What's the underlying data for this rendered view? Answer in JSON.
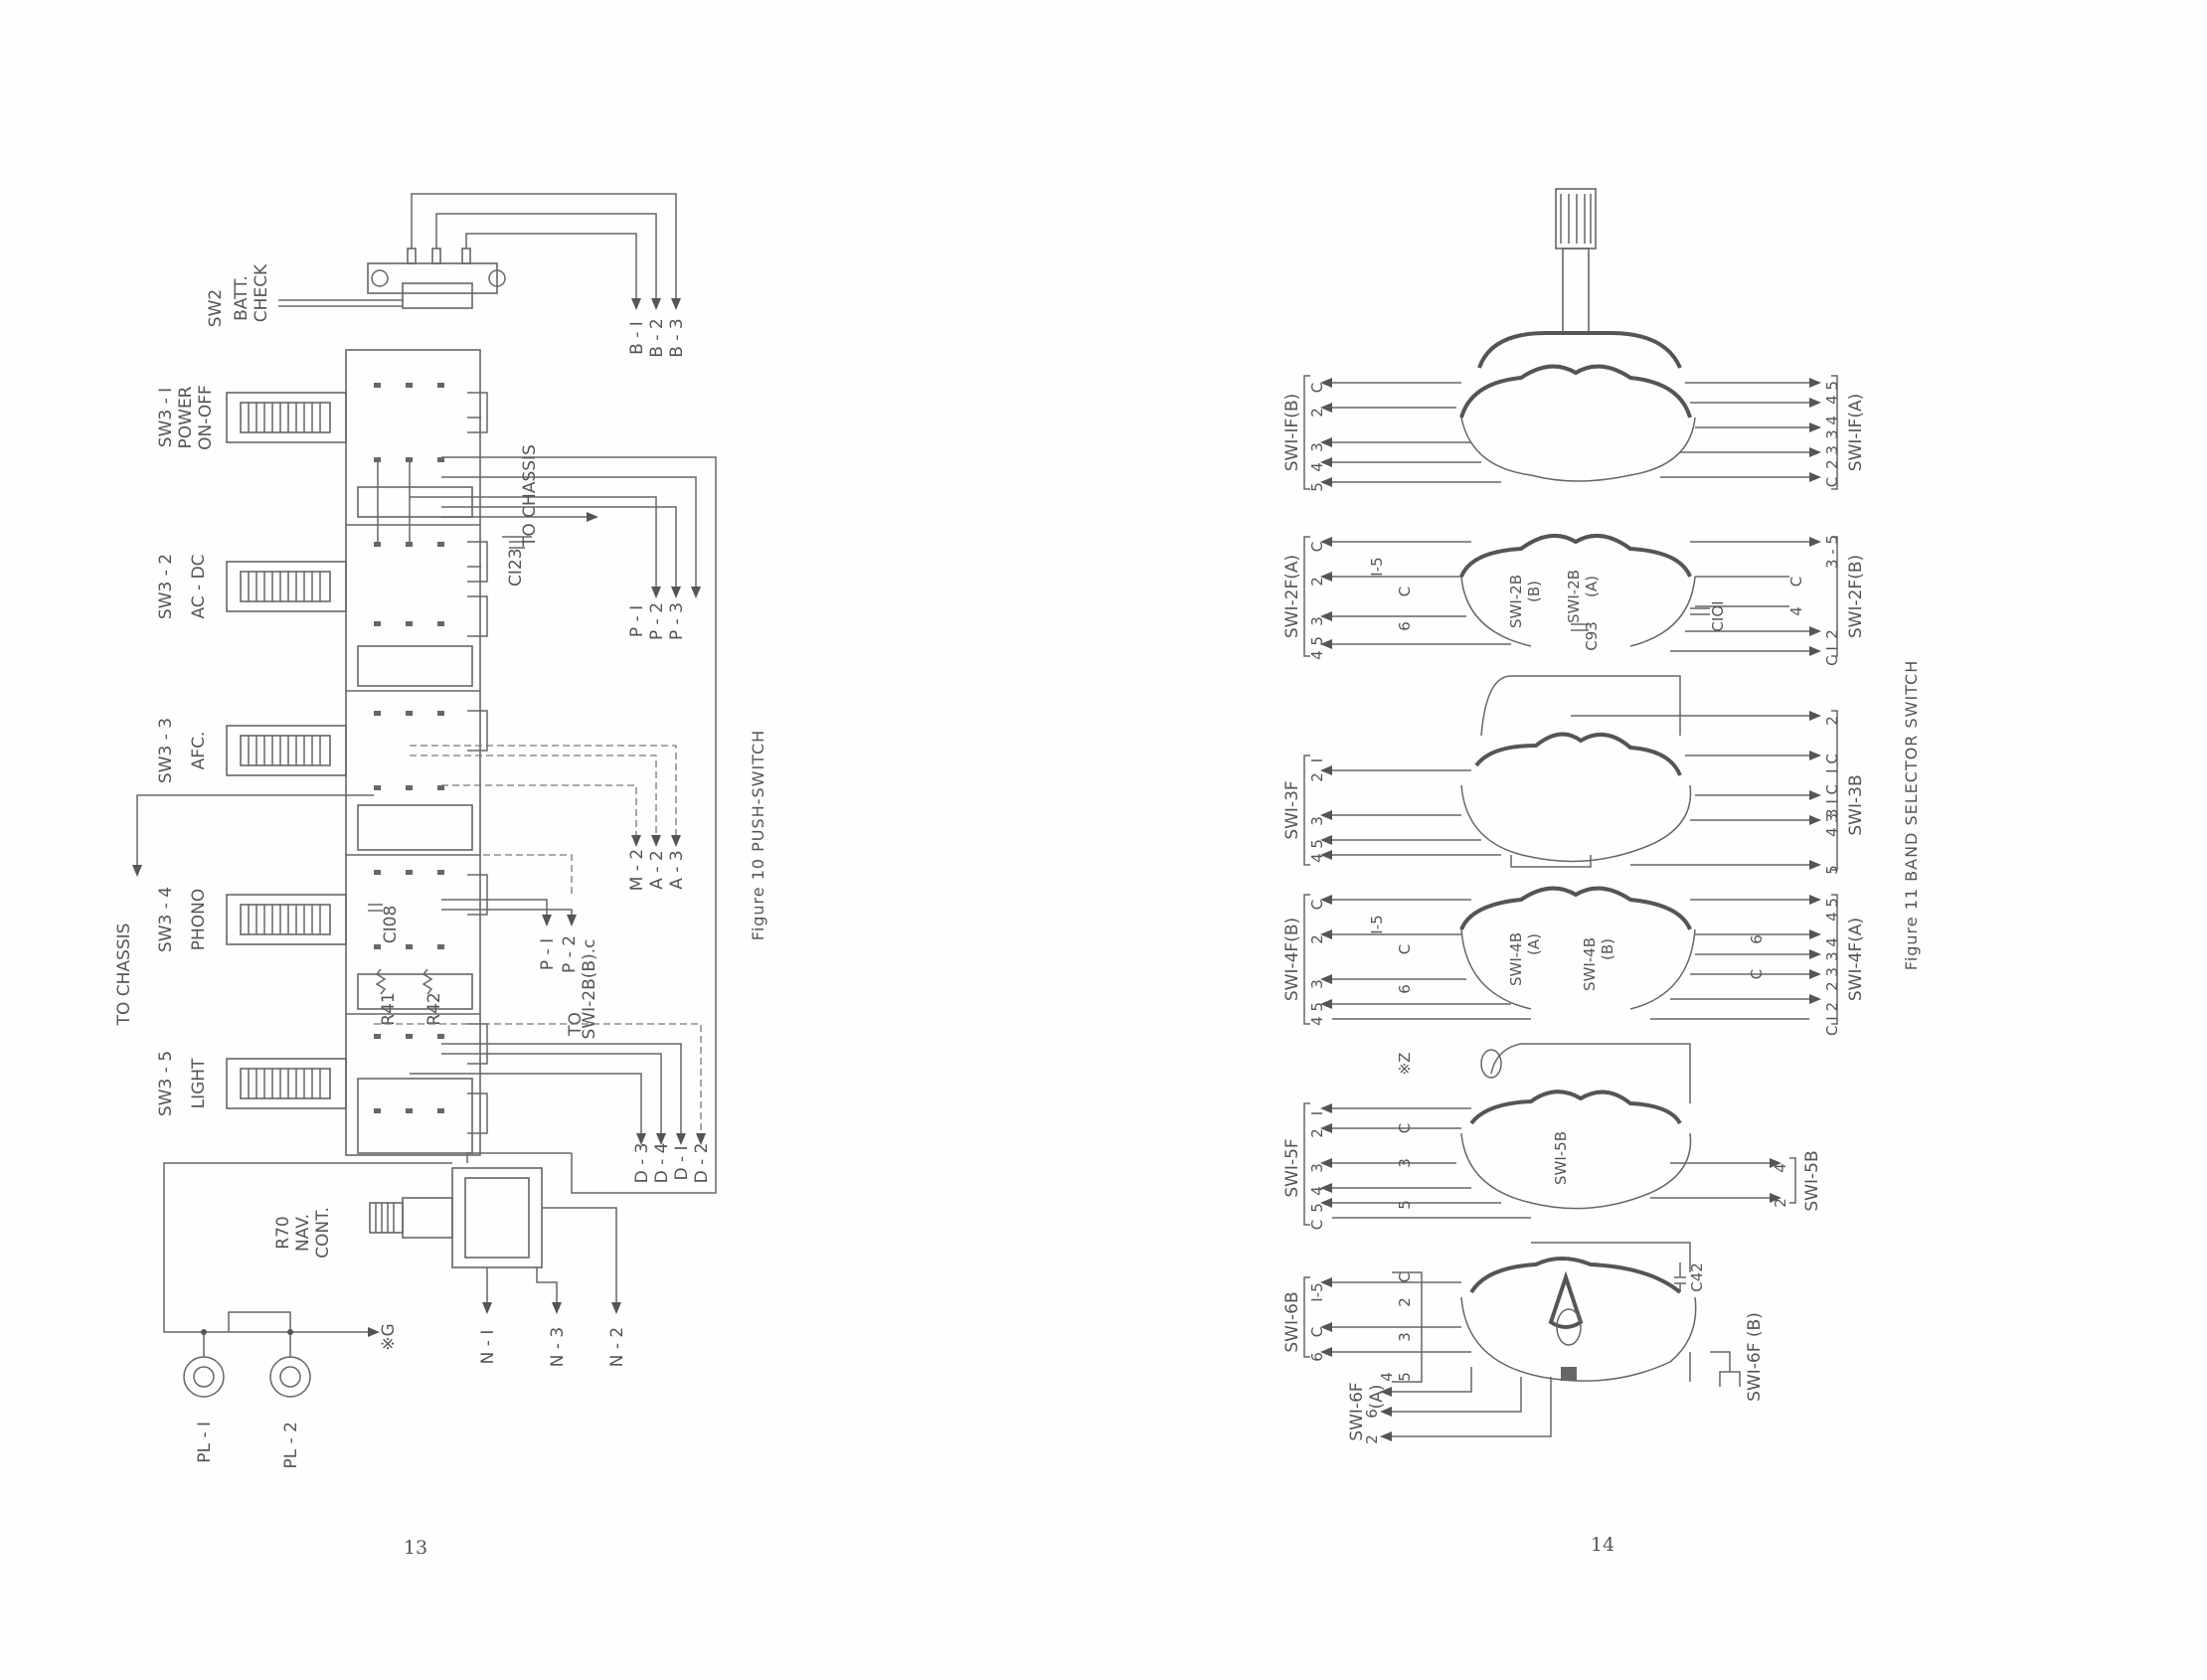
{
  "left_page": {
    "page_number": "13",
    "figure_caption": "Figure 10  PUSH-SWITCH",
    "switches": [
      {
        "id": "SW3 - I",
        "name": "POWER",
        "sub": "ON-OFF"
      },
      {
        "id": "SW3 - 2",
        "name": "AC - DC",
        "sub": ""
      },
      {
        "id": "SW3 - 3",
        "name": "AFC.",
        "sub": ""
      },
      {
        "id": "SW3 - 4",
        "name": "PHONO",
        "sub": ""
      },
      {
        "id": "SW3 - 5",
        "name": "LIGHT",
        "sub": ""
      }
    ],
    "sw2": {
      "id": "SW2",
      "line1": "BATT.",
      "line2": "CHECK"
    },
    "batt_terminals": [
      "B - I",
      "B - 2",
      "B - 3"
    ],
    "p_terminals_top": [
      "P - I",
      "P - 2",
      "P - 3"
    ],
    "to_chassis_top": "TO  CHASSIS",
    "capacitor_c123": "CI23",
    "afc_terminals": [
      "M - 2",
      "A - 2",
      "A - 3"
    ],
    "to_chassis_left": "TO  CHASSIS",
    "capacitor_c108": "CI08",
    "phono_terminals": [
      "P - I",
      "P - 2",
      "SWI-2B(B).c"
    ],
    "to_label": "TO",
    "resistors": [
      "R41",
      "R42"
    ],
    "d_terminals": [
      "D - 3",
      "D - 4",
      "D - I",
      "D - 2"
    ],
    "r70": {
      "id": "R70",
      "line1": "NAV.",
      "line2": "CONT."
    },
    "n_terminals": [
      "N - I",
      "N - 3",
      "N - 2"
    ],
    "ground_label": "※G",
    "lamps": [
      "PL - I",
      "PL - 2"
    ]
  },
  "right_page": {
    "page_number": "14",
    "figure_caption": "Figure 11  BAND SELECTOR SWITCH",
    "decks": [
      {
        "left_label": "SWI-IF(B)",
        "right_label": "SWI-IF(A)",
        "left_pins": [
          "C",
          "2",
          "3",
          "4",
          "5"
        ],
        "right_pins": [
          "4 5",
          "3 4",
          "2 3",
          "C"
        ]
      },
      {
        "left_label": "SWI-2F(A)",
        "right_label": "SWI-2F(B)",
        "left_pins": [
          "C",
          "2",
          "3",
          "4 5"
        ],
        "right_pins": [
          "3 - 5",
          "C",
          "4",
          "2",
          "C I"
        ],
        "inner": [
          "I-5",
          "C",
          "6",
          "SWI-2B",
          "(B)",
          "SWI-2B",
          "(A)",
          "C93",
          "CIOI"
        ]
      },
      {
        "left_label": "SWI-3F",
        "right_label": "SWI-3B",
        "left_pins": [
          "I",
          "2",
          "3",
          "4 5"
        ],
        "right_pins": [
          "2",
          "I C",
          "3 I C",
          "4 3",
          "5"
        ]
      },
      {
        "left_label": "SWI-4F(B)",
        "right_label": "SWI-4F(A)",
        "left_pins": [
          "C",
          "2",
          "3",
          "4 5"
        ],
        "right_pins": [
          "4 5",
          "3 4",
          "2 3",
          "C I 2"
        ],
        "inner": [
          "I-5",
          "C",
          "6",
          "SWI-4B",
          "(A)",
          "SWI-4B",
          "(B)",
          "6",
          "C"
        ]
      },
      {
        "left_label": "SWI-5F",
        "right_label": "SWI-5B",
        "left_pins": [
          "I",
          "2",
          "3",
          "4",
          "5",
          "C"
        ],
        "right_pins": [
          "4",
          "2"
        ],
        "inner": [
          "※Z",
          "C",
          "3",
          "5",
          "SWI-5B"
        ]
      },
      {
        "left_label": "SWI-6B",
        "right_label": "SWI-6F (B)",
        "left_pins": [
          "I-5",
          "C",
          "6"
        ],
        "right_pins": [],
        "inner": [
          "C",
          "2",
          "3",
          "4",
          "5",
          "6",
          "2",
          "C42"
        ]
      },
      {
        "left_label": "SWI-6F",
        "right_label": "(A)",
        "left_pins": [],
        "right_pins": []
      }
    ]
  }
}
